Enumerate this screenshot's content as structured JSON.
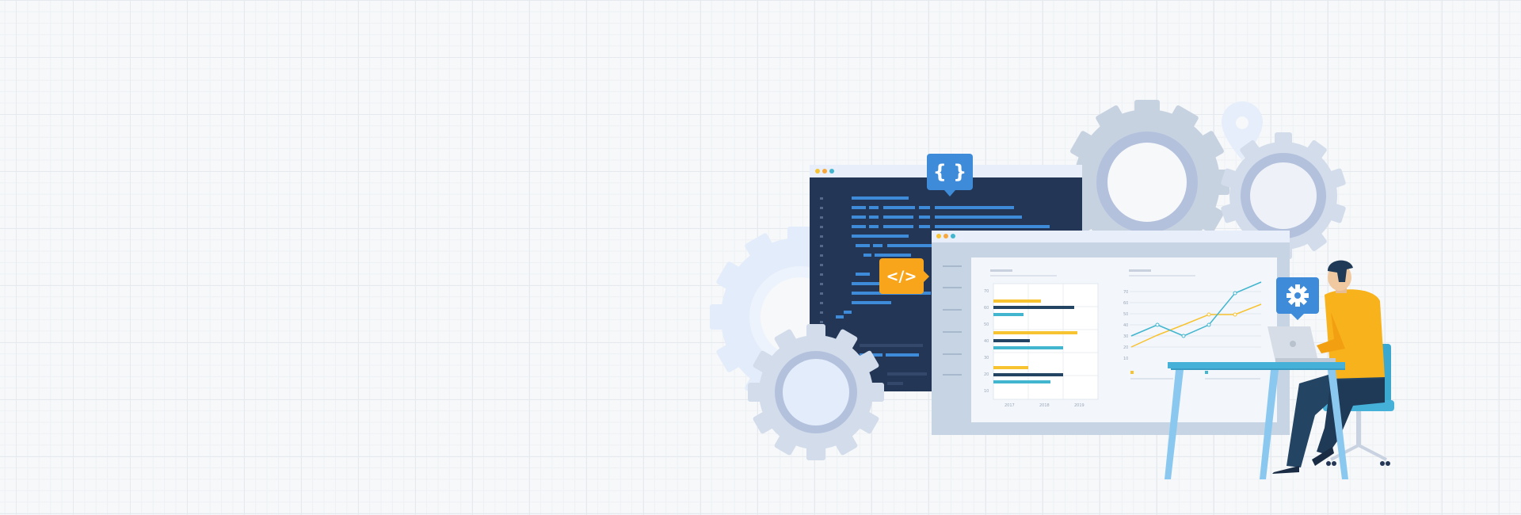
{
  "illustration": {
    "badges": {
      "braces_icon": "{ }",
      "code_icon": "</>",
      "settings_icon": "gear-icon"
    },
    "colors": {
      "background": "#f6f8fa",
      "grid": "#e6eaee",
      "code_window": "#243656",
      "code_accent": "#3d8bd9",
      "badge_blue": "#3d8bd9",
      "badge_orange": "#f8a51c",
      "gear_light": "#d3dcea",
      "gear_lighter": "#e3ecfa",
      "gear_ring": "#b3c1dd",
      "chart_yellow": "#f7c331",
      "chart_navy": "#244463",
      "chart_teal": "#42b6cf",
      "shirt_orange": "#f8b21c",
      "desk_blue": "#45b0d8"
    },
    "dashboard_chart": {
      "bar_y_ticks": [
        "70",
        "60",
        "50",
        "40",
        "30",
        "20",
        "10"
      ],
      "bar_x_labels": [
        "2017",
        "2018",
        "2019"
      ],
      "line_y_ticks": [
        "70",
        "60",
        "50",
        "40",
        "30",
        "20",
        "10"
      ]
    }
  }
}
